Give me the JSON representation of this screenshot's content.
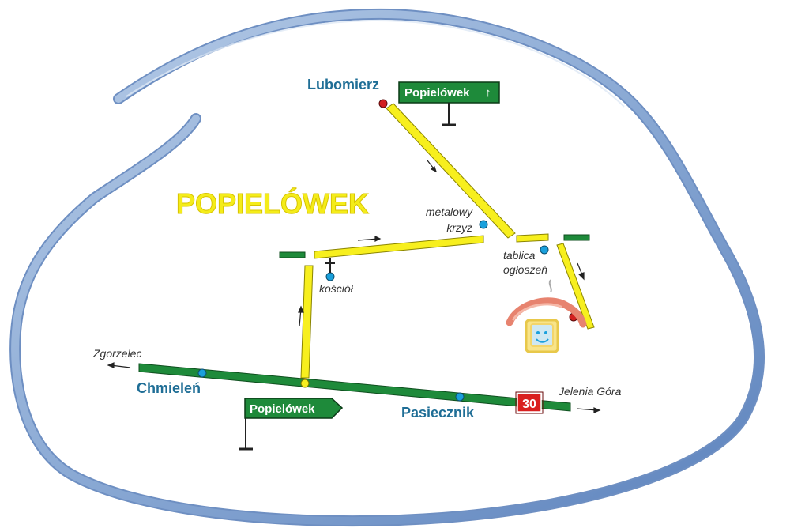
{
  "map": {
    "title": "POPIELÓWEK",
    "places": {
      "lubomierz": "Lubomierz",
      "chmielen": "Chmieleń",
      "pasiecznik": "Pasiecznik"
    },
    "destinations": {
      "zgorzelec": "Zgorzelec",
      "jelenia_gora": "Jelenia Góra"
    },
    "landmarks": {
      "metal_cross_line1": "metalowy",
      "metal_cross_line2": "krzyż",
      "church": "kościół",
      "board_line1": "tablica",
      "board_line2": "ogłoszeń"
    },
    "signs": {
      "top_sign": "Popielówek",
      "top_sign_arrow": "↑",
      "bottom_sign": "Popielówek"
    },
    "road_number": "30",
    "colors": {
      "river": "#8fb0d8",
      "main_road": "#1e8a3a",
      "local_road": "#f7ef1e",
      "place_label": "#1f6e96",
      "marker_blue": "#1aa0dc",
      "marker_red": "#d21f1f",
      "road_badge": "#d92020"
    }
  }
}
